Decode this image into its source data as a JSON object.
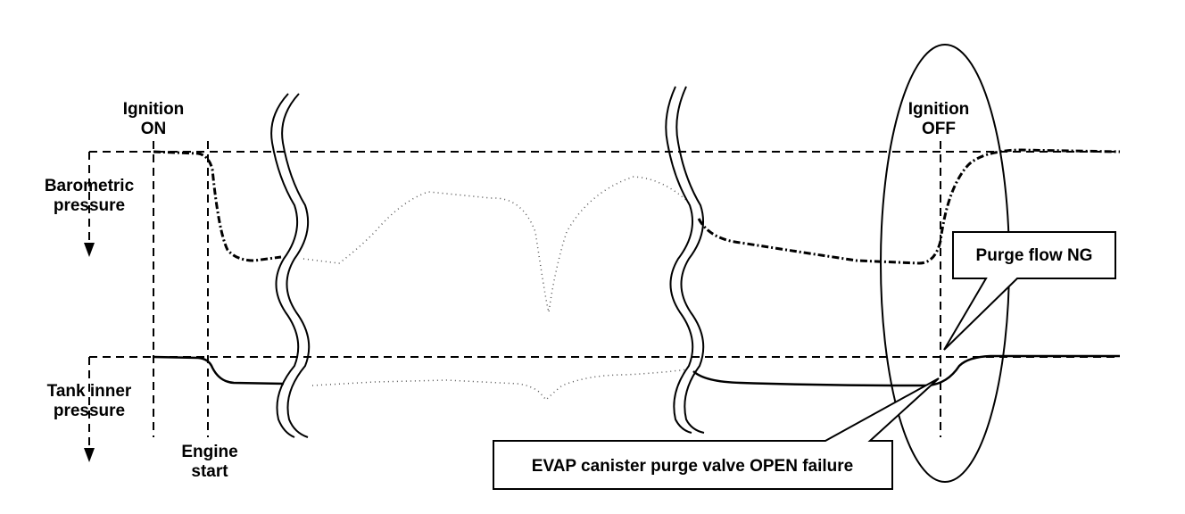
{
  "labels": {
    "ignition_on_1": "Ignition",
    "ignition_on_2": "ON",
    "ignition_off_1": "Ignition",
    "ignition_off_2": "OFF",
    "barometric_1": "Barometric",
    "barometric_2": "pressure",
    "tank_1": "Tank inner",
    "tank_2": "pressure",
    "engine_1": "Engine",
    "engine_2": "start"
  },
  "callouts": {
    "purge_flow": "Purge flow NG",
    "evap_failure": "EVAP canister purge valve OPEN failure"
  }
}
